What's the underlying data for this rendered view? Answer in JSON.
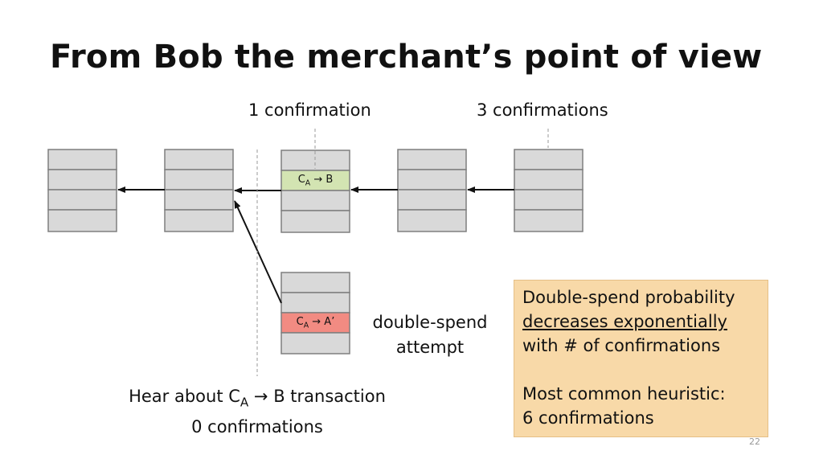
{
  "slide": {
    "title": "From Bob the merchant’s point of view",
    "page_number": "22"
  },
  "labels": {
    "one_conf": "1 confirmation",
    "three_conf": "3 confirmations",
    "double_spend_line1": "double-spend",
    "double_spend_line2": "attempt",
    "hear_prefix": "Hear about C",
    "hear_sub": "A",
    "hear_suffix": " → B transaction",
    "hear_line2": "0 confirmations"
  },
  "transactions": {
    "main_tx": {
      "prefix": "C",
      "sub": "A",
      "suffix": " → B"
    },
    "double_tx": {
      "prefix": "C",
      "sub": "A",
      "suffix": " → A’"
    }
  },
  "callout": {
    "line1": "Double-spend probability",
    "line2": "decreases exponentially",
    "line3": "with # of confirmations",
    "line4": "Most common heuristic:",
    "line5": "6 confirmations"
  },
  "colors": {
    "block_fill": "#d9d9d9",
    "block_stroke": "#7f7f7f",
    "tx_good": "#d3e4b2",
    "tx_bad": "#f28b82",
    "callout_bg": "#f8d9a8"
  }
}
